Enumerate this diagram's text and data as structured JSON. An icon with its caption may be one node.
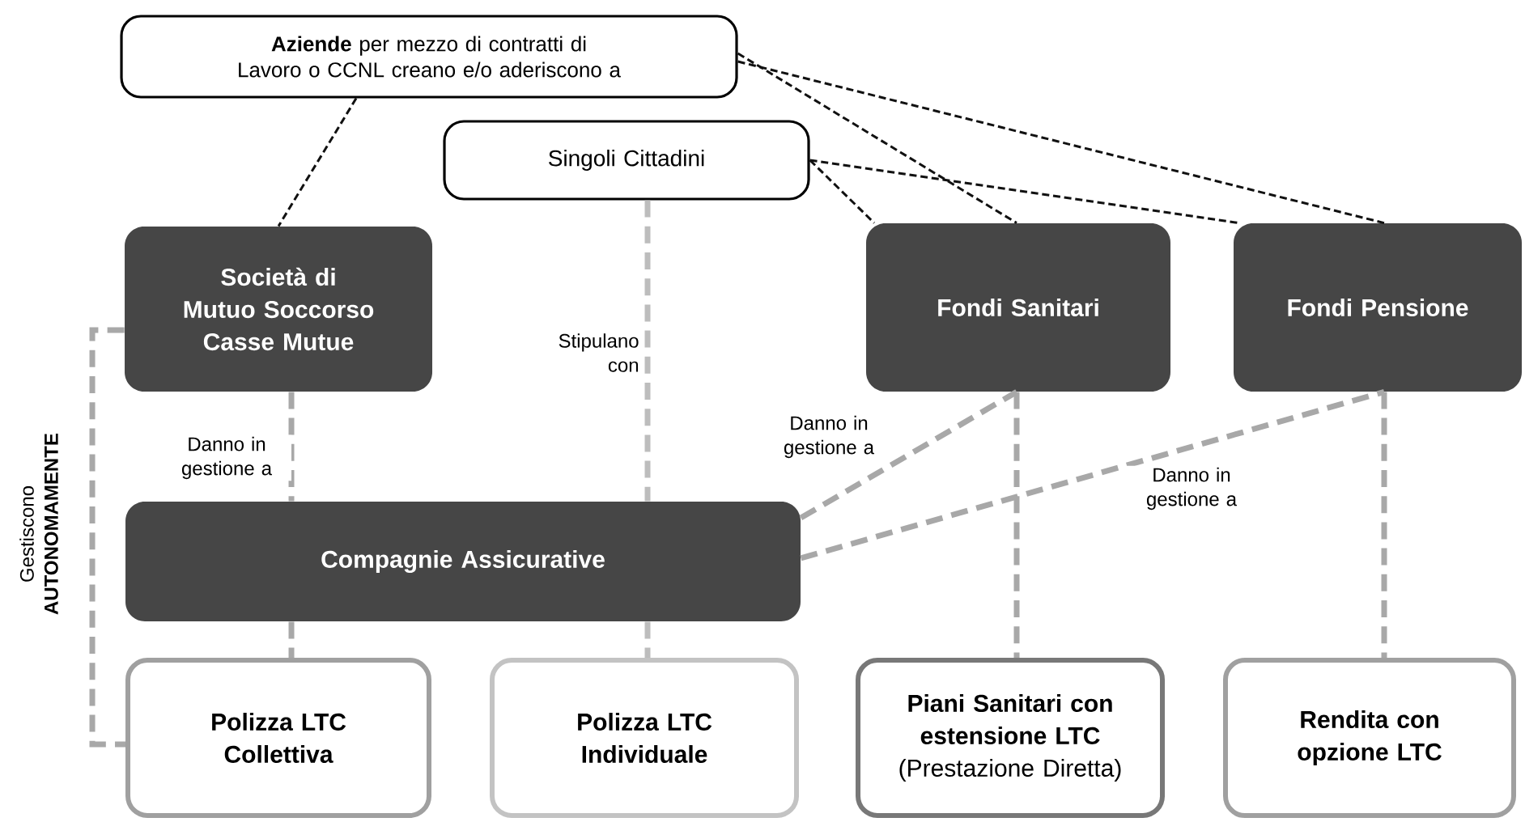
{
  "diagram": {
    "nodes": [
      {
        "text": [
          "**Aziende** per mezzo di contratti di Lavoro o CCNL creano e/o aderiscono a"
        ]
      },
      {
        "text": [
          "Singoli Cittadini"
        ]
      },
      {
        "text": [
          "Società di Mutuo Soccorso Casse Mutue"
        ]
      },
      {
        "text": [
          "Fondi Sanitari"
        ]
      },
      {
        "text": [
          "Fondi Pensione"
        ]
      },
      {
        "text": [
          "Compagnie Assicurative"
        ]
      },
      {
        "text": [
          "Polizza LTC Collettiva"
        ]
      },
      {
        "text": [
          "Polizza LTC Individuale"
        ]
      },
      {
        "text": [
          "Piani Sanitari con estensione LTC",
          "(Prestazione Diretta)"
        ]
      },
      {
        "text": [
          "Rendita con opzione LTC"
        ]
      }
    ],
    "edges": [
      {
        "from": 0,
        "to": 2,
        "arrow": "none",
        "style": "dashed",
        "color": "#111111"
      },
      {
        "from": 0,
        "to": 3,
        "arrow": "none",
        "style": "dashed",
        "color": "#111111"
      },
      {
        "from": 0,
        "to": 4,
        "arrow": "none",
        "style": "dashed",
        "color": "#111111"
      },
      {
        "from": 1,
        "to": 3,
        "arrow": "none",
        "style": "dashed",
        "color": "#111111"
      },
      {
        "from": 1,
        "to": 4,
        "arrow": "none",
        "style": "dashed",
        "color": "#111111"
      },
      {
        "from": 2,
        "to": 6,
        "arrow": "none",
        "style": "dashed",
        "label": "Gestiscono **AUTONOMAMENTE**"
      },
      {
        "from": 1,
        "to": 5,
        "arrow": "none",
        "style": "dashed",
        "color": "#bdbdbd",
        "label": "Stipulano con"
      },
      {
        "from": 5,
        "to": 7,
        "arrow": "none",
        "style": "dashed",
        "color": "#bdbdbd"
      },
      {
        "from": 2,
        "to": 5,
        "arrow": "none",
        "style": "dashed",
        "label": "Danno in gestione a"
      },
      {
        "from": 5,
        "to": 6,
        "arrow": "none",
        "style": "dashed"
      },
      {
        "from": 5,
        "to": 3,
        "arrow": "none",
        "style": "dashed",
        "label": "Danno in gestione a"
      },
      {
        "from": 5,
        "to": 4,
        "arrow": "none",
        "style": "dashed",
        "label": "Danno in gestione a"
      },
      {
        "from": 3,
        "to": 8,
        "arrow": "none",
        "style": "dashed"
      },
      {
        "from": 4,
        "to": 9,
        "arrow": "none",
        "style": "dashed"
      }
    ]
  }
}
